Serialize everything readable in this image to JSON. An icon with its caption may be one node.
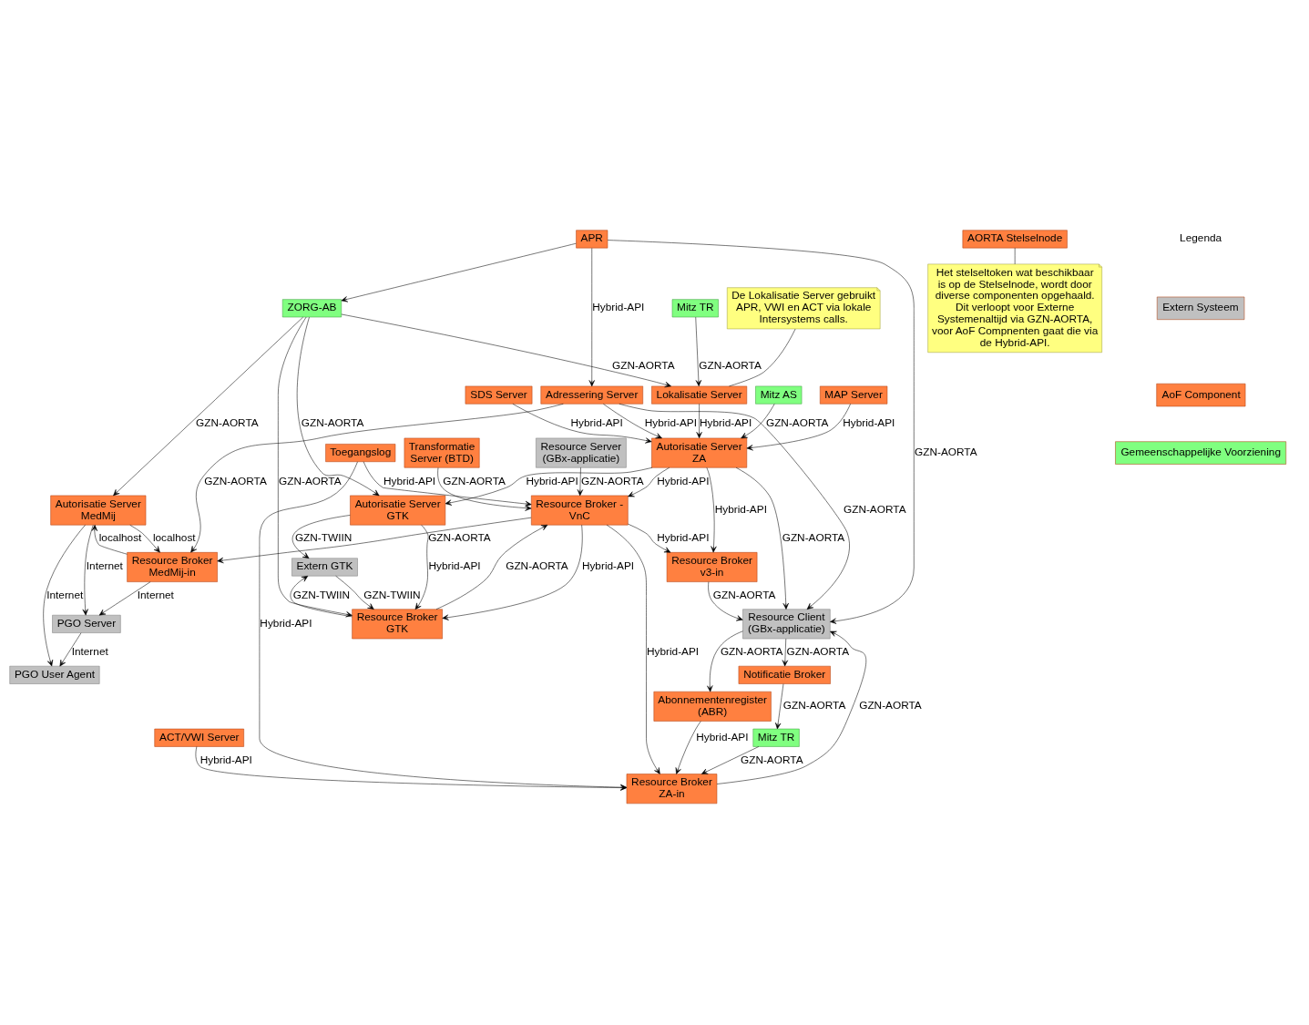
{
  "diagram": {
    "nodes": [
      {
        "text": [
          "Autorisatie Server MedMij"
        ]
      },
      {
        "text": [
          "PGO User Agent"
        ]
      },
      {
        "text": [
          "PGO Server"
        ]
      },
      {
        "text": [
          "Resource Broker MedMij-in"
        ]
      },
      {
        "text": [
          "ZORG-AB"
        ]
      },
      {
        "text": [
          "Lokalisatie Server"
        ]
      },
      {
        "text": [
          "Mitz TR"
        ]
      },
      {
        "text": [
          "Adressering Server"
        ]
      },
      {
        "text": [
          "De Lokalisatie Server gebruikt APR, VWI en ACT via lokale Intersystems calls."
        ]
      },
      {
        "text": [
          "Mitz AS"
        ]
      },
      {
        "text": [
          "Transformatie Server (BTD)"
        ]
      },
      {
        "text": [
          "Resource Server (GBx-applicatie)"
        ]
      },
      {
        "text": [
          "APR"
        ]
      },
      {
        "text": [
          "MAP Server"
        ]
      },
      {
        "text": [
          "SDS Server"
        ]
      },
      {
        "text": [
          "Autorisatie Server ZA"
        ]
      },
      {
        "text": [
          "Resource Broker - VnC"
        ]
      },
      {
        "text": [
          "Resource Client (GBx-applicatie)"
        ]
      },
      {
        "text": [
          "Resource Broker v3-in"
        ]
      },
      {
        "text": [
          "ACT/VWI Server"
        ]
      },
      {
        "text": [
          "Toegangslog"
        ]
      },
      {
        "text": [
          "Abonnementenregister (ABR)"
        ]
      },
      {
        "text": [
          "Resource Broker ZA-in"
        ]
      },
      {
        "text": [
          "Notificatie Broker"
        ]
      },
      {
        "text": [
          "Mitz TR"
        ]
      },
      {
        "text": [
          "Extern GTK"
        ]
      },
      {
        "text": [
          "Autorisatie Server GTK"
        ]
      },
      {
        "text": [
          "Resource Broker GTK"
        ]
      },
      {
        "text": [
          "AORTA Stelselnode"
        ]
      },
      {
        "text": [
          "Het stelseltoken wat beschikbaar is op de Stelselnode, wordt door diverse componenten opgehaald. Dit verloopt voor Externe Systemenaltijd via GZN-AORTA, voor AoF Compnenten gaat die via de Hybrid-API."
        ]
      }
    ],
    "edges": [
      {
        "from": 4,
        "to": 0,
        "arrow": "to",
        "label": "GZN-AORTA"
      },
      {
        "from": 0,
        "to": 1,
        "arrow": "to",
        "label": "Internet"
      },
      {
        "from": 0,
        "to": 2,
        "arrow": "to",
        "label": "Internet"
      },
      {
        "from": 3,
        "to": 0,
        "arrow": "to",
        "label": "localhost"
      },
      {
        "from": 0,
        "to": 3,
        "arrow": "to",
        "label": "localhost"
      },
      {
        "from": 3,
        "to": 2,
        "arrow": "to",
        "label": "Internet"
      },
      {
        "from": 2,
        "to": 1,
        "arrow": "to",
        "label": "Internet"
      },
      {
        "from": 16,
        "to": 3,
        "arrow": "to",
        "label": "GZN-AORTA"
      },
      {
        "from": 4,
        "to": 5,
        "arrow": "to",
        "label": "GZN-AORTA"
      },
      {
        "from": 7,
        "to": 3,
        "arrow": "to",
        "label": "GZN-AORTA"
      },
      {
        "from": 6,
        "to": 5,
        "arrow": "to",
        "label": "GZN-AORTA"
      },
      {
        "from": 12,
        "to": 7,
        "arrow": "to",
        "label": "Hybrid-API"
      },
      {
        "from": 7,
        "to": 17,
        "arrow": "to",
        "label": "GZN-AORTA"
      },
      {
        "from": 12,
        "to": 4,
        "arrow": "to"
      },
      {
        "from": 7,
        "to": 15,
        "arrow": "to",
        "label": "Hybrid-API"
      },
      {
        "from": 5,
        "to": 15,
        "arrow": "to",
        "label": "Hybrid-API"
      },
      {
        "from": 8,
        "to": 5,
        "arrow": "none"
      },
      {
        "from": 13,
        "to": 15,
        "arrow": "to",
        "label": "Hybrid-API"
      },
      {
        "from": 14,
        "to": 15,
        "arrow": "to",
        "label": "Hybrid-API"
      },
      {
        "from": 9,
        "to": 15,
        "arrow": "to",
        "label": "GZN-AORTA"
      },
      {
        "from": 15,
        "to": 16,
        "arrow": "to",
        "label": "Hybrid-API"
      },
      {
        "from": 15,
        "to": 26,
        "arrow": "to",
        "label": "Hybrid-API"
      },
      {
        "from": 10,
        "to": 16,
        "arrow": "to",
        "label": "GZN-AORTA"
      },
      {
        "from": 11,
        "to": 16,
        "arrow": "to",
        "label": "GZN-AORTA"
      },
      {
        "from": 27,
        "to": 16,
        "arrow": "to",
        "label": "GZN-AORTA"
      },
      {
        "from": 16,
        "to": 27,
        "arrow": "to",
        "label": "Hybrid-API"
      },
      {
        "from": 15,
        "to": 17,
        "arrow": "to",
        "label": "GZN-AORTA"
      },
      {
        "from": 15,
        "to": 18,
        "arrow": "to",
        "label": "Hybrid-API"
      },
      {
        "from": 16,
        "to": 18,
        "arrow": "to",
        "label": "Hybrid-API"
      },
      {
        "from": 16,
        "to": 22,
        "arrow": "to",
        "label": "Hybrid-API"
      },
      {
        "from": 20,
        "to": 16,
        "arrow": "to",
        "label": "Hybrid-API"
      },
      {
        "from": 12,
        "to": 17,
        "arrow": "to",
        "label": "GZN-AORTA"
      },
      {
        "from": 18,
        "to": 17,
        "arrow": "to",
        "label": "GZN-AORTA"
      },
      {
        "from": 17,
        "to": 21,
        "arrow": "to",
        "label": "GZN-AORTA"
      },
      {
        "from": 21,
        "to": 22,
        "arrow": "to",
        "label": "Hybrid-API"
      },
      {
        "from": 19,
        "to": 22,
        "arrow": "to",
        "label": "Hybrid-API"
      },
      {
        "from": 20,
        "to": 22,
        "arrow": "to",
        "label": "Hybrid-API"
      },
      {
        "from": 22,
        "to": 17,
        "arrow": "to",
        "label": "GZN-AORTA"
      },
      {
        "from": 24,
        "to": 22,
        "arrow": "to",
        "label": "GZN-AORTA"
      },
      {
        "from": 17,
        "to": 23,
        "arrow": "to",
        "label": "GZN-AORTA"
      },
      {
        "from": 23,
        "to": 24,
        "arrow": "to",
        "label": "GZN-AORTA"
      },
      {
        "from": 26,
        "to": 25,
        "arrow": "to",
        "label": "GZN-TWIIN"
      },
      {
        "from": 25,
        "to": 27,
        "arrow": "to",
        "label": "GZN-TWIIN"
      },
      {
        "from": 27,
        "to": 25,
        "arrow": "to",
        "label": "GZN-TWIIN"
      },
      {
        "from": 4,
        "to": 26,
        "arrow": "to",
        "label": "GZN-AORTA"
      },
      {
        "from": 4,
        "to": 27,
        "arrow": "to",
        "label": "GZN-AORTA"
      },
      {
        "from": 26,
        "to": 27,
        "arrow": "to",
        "label": "Hybrid-API"
      },
      {
        "from": 28,
        "to": 29,
        "arrow": "none"
      }
    ],
    "labels": [
      "Legenda"
    ],
    "legend": [
      {
        "text": "Extern Systeem",
        "color": "#c0c0c0"
      },
      {
        "text": "AoF Component",
        "color": "#ff8040"
      },
      {
        "text": "Gemeenschappelijke Voorziening",
        "color": "#80ff80"
      }
    ]
  }
}
